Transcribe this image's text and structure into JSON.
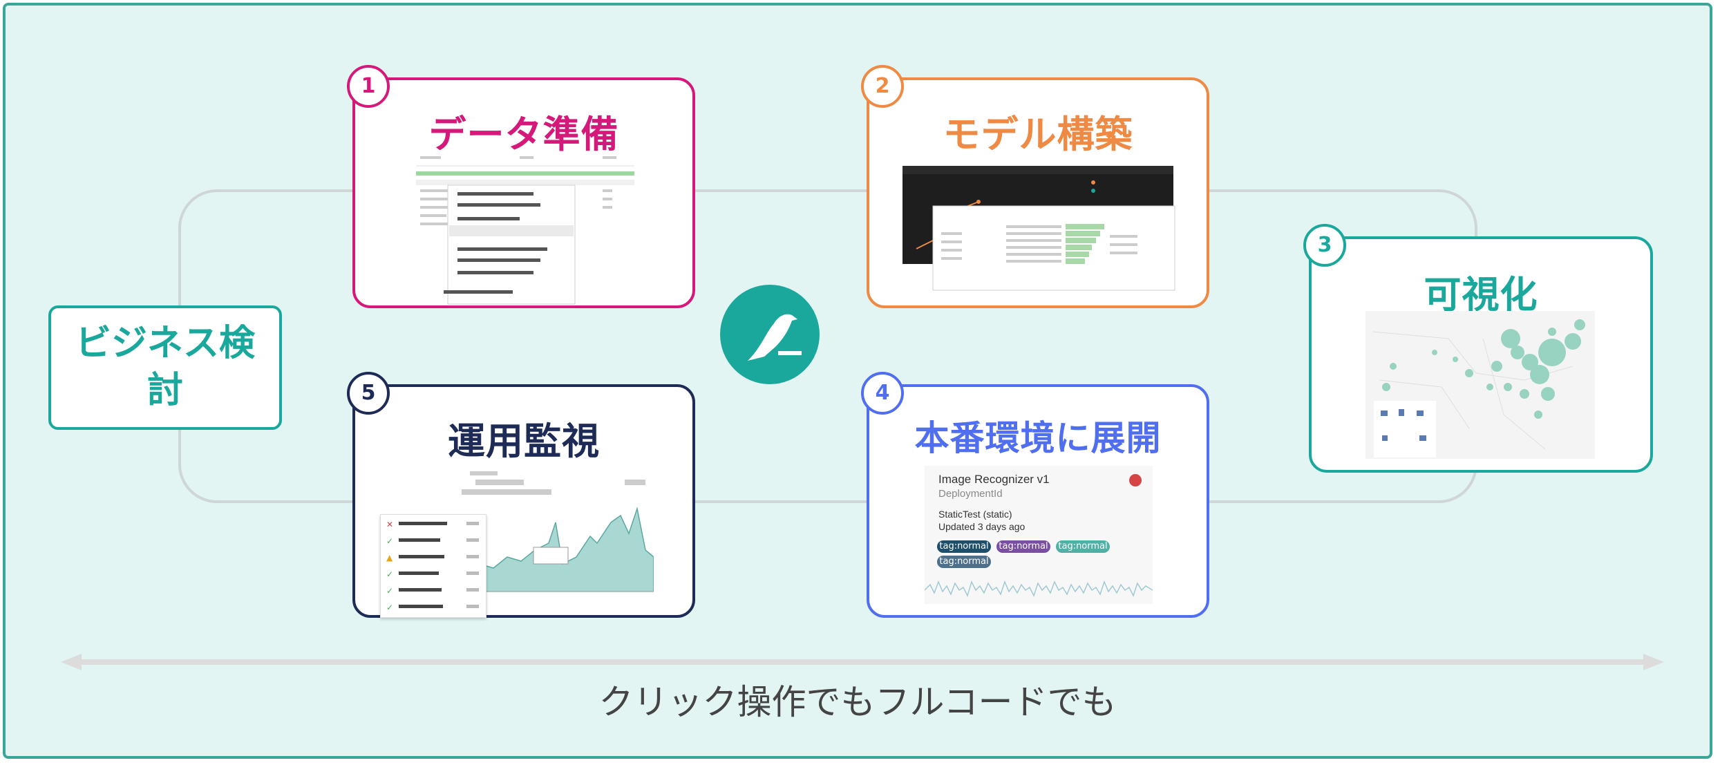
{
  "business": {
    "label": "ビジネス検討"
  },
  "steps": [
    {
      "number": "1",
      "title": "データ準備",
      "color": "#d4197a"
    },
    {
      "number": "2",
      "title": "モデル構築",
      "color": "#ee8a44"
    },
    {
      "number": "3",
      "title": "可視化",
      "color": "#1aa89c"
    },
    {
      "number": "4",
      "title": "本番環境に展開",
      "color": "#4f6ef0"
    },
    {
      "number": "5",
      "title": "運用監視",
      "color": "#1d2b56"
    }
  ],
  "deployment": {
    "name": "Image Recognizer v1",
    "id_label": "DeploymentId",
    "env": "StaticTest (static)",
    "updated": "Updated 3 days ago",
    "tags": [
      "tag:normal",
      "tag:normal",
      "tag:normal",
      "tag:normal"
    ]
  },
  "bottom": {
    "label": "クリック操作でもフルコードでも"
  },
  "colors": {
    "accent": "#1aa89c",
    "frame": "#3aa698",
    "background": "#e2f5f3"
  },
  "icons": {
    "center": "bird-logo-icon",
    "arrow": "double-arrow-icon"
  }
}
